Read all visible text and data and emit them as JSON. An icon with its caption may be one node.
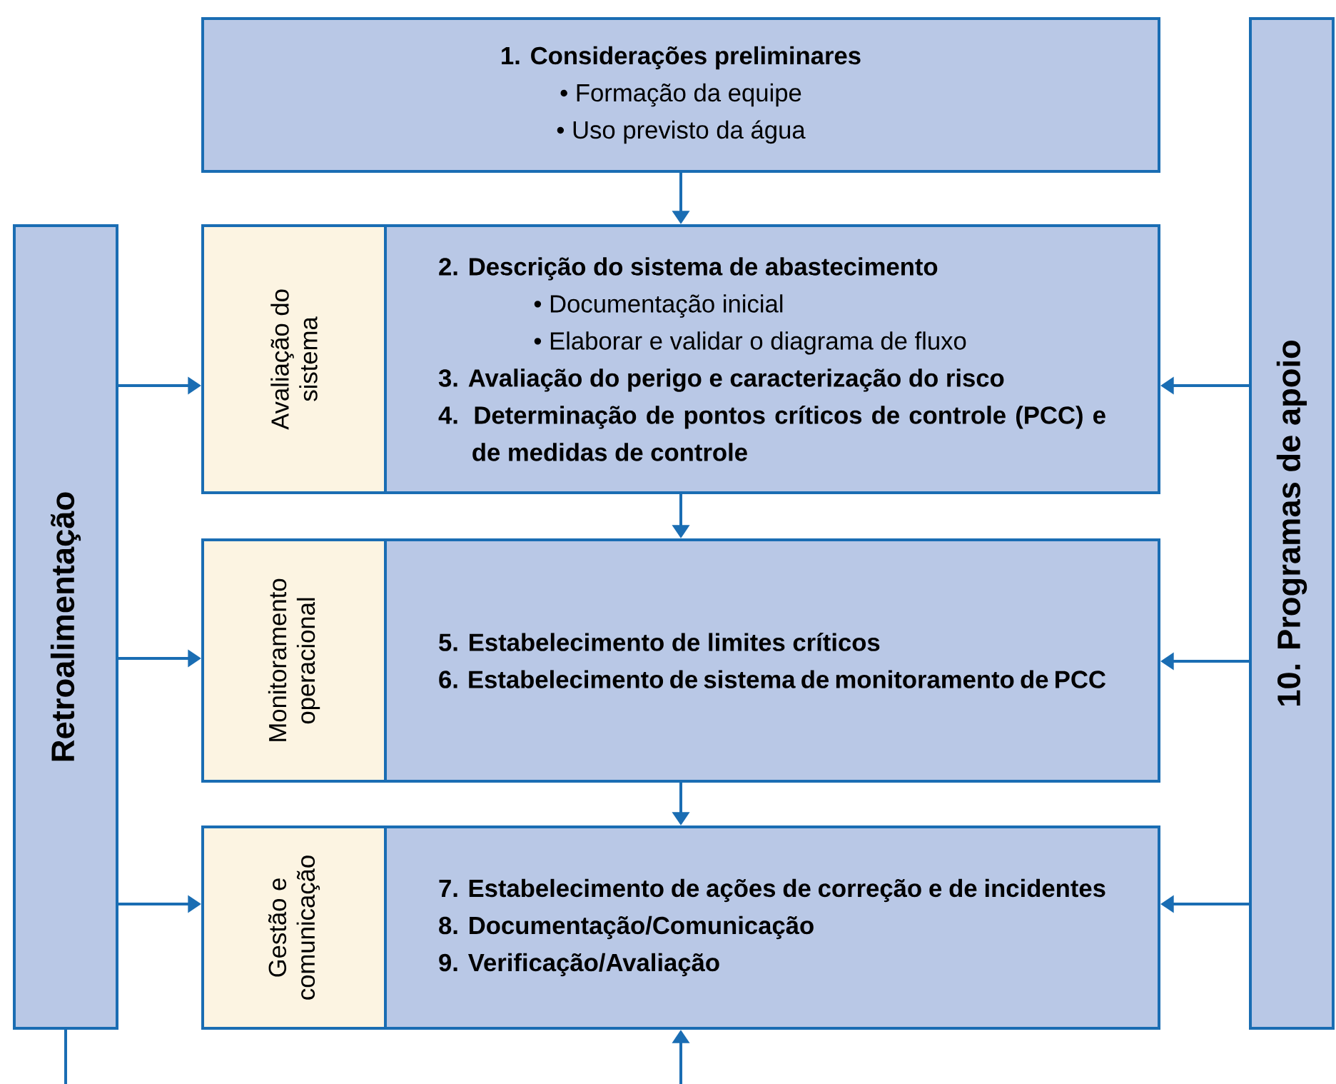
{
  "diagram": {
    "nodes": [
      {
        "text": [
          "1. Considerações preliminares",
          "• Formação da equipe",
          "• Uso previsto da água"
        ]
      },
      {
        "text": [
          "Avaliação do sistema"
        ]
      },
      {
        "text": [
          "2. Descrição do sistema de abastecimento",
          "• Documentação inicial",
          "• Elaborar e validar o diagrama de fluxo",
          "3. Avaliação do perigo e caracterização do risco",
          "4. Determinação de pontos críticos de controle (PCC) e de medidas de controle"
        ]
      },
      {
        "text": [
          "Monitoramento operacional"
        ]
      },
      {
        "text": [
          "5. Estabelecimento de limites críticos",
          "6. Estabelecimento de sistema de monitoramento de PCC"
        ]
      },
      {
        "text": [
          "Gestão e comunicação"
        ]
      },
      {
        "text": [
          "7. Estabelecimento de ações de correção e de incidentes",
          "8. Documentação/Comunicação",
          "9. Verificação/Avaliação"
        ]
      },
      {
        "text": [
          "Retroalimentação"
        ]
      },
      {
        "text": [
          "10. Programas de apoio"
        ]
      }
    ],
    "edges": [
      {
        "from": 0,
        "to": 2,
        "arrow": "to"
      },
      {
        "from": 2,
        "to": 4,
        "arrow": "to"
      },
      {
        "from": 4,
        "to": 6,
        "arrow": "to"
      },
      {
        "from": 7,
        "to": 1,
        "arrow": "to"
      },
      {
        "from": 7,
        "to": 3,
        "arrow": "to"
      },
      {
        "from": 7,
        "to": 5,
        "arrow": "to"
      },
      {
        "from": 8,
        "to": 2,
        "arrow": "to"
      },
      {
        "from": 8,
        "to": 4,
        "arrow": "to"
      },
      {
        "from": 8,
        "to": 6,
        "arrow": "to"
      },
      {
        "from": 7,
        "to": null,
        "arrow": "none"
      },
      {
        "from": null,
        "to": 6,
        "arrow": "to"
      }
    ]
  }
}
